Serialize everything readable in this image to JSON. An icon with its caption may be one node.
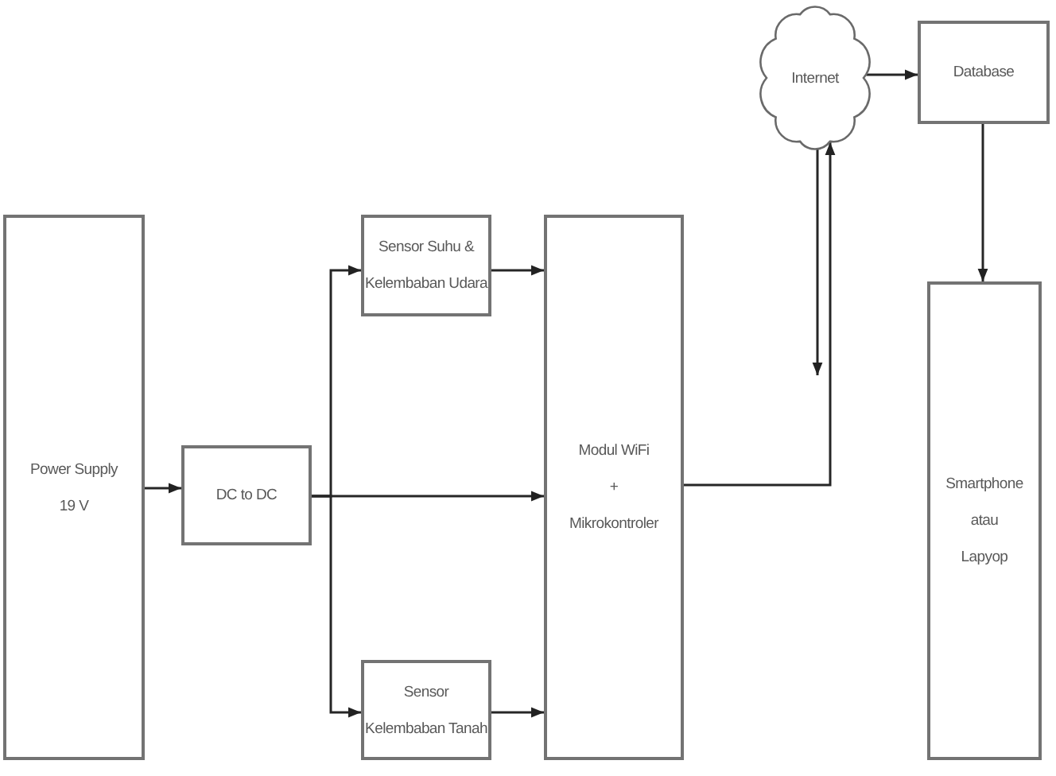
{
  "diagram": {
    "nodes": [
      {
        "text": [
          "Power Supply 19 V"
        ]
      },
      {
        "text": [
          "DC to DC"
        ]
      },
      {
        "text": [
          "Sensor Suhu & Kelembaban Udara"
        ]
      },
      {
        "text": [
          "Sensor Kelembaban Tanah"
        ]
      },
      {
        "text": [
          "Modul WiFi + Mikrokontroler"
        ]
      },
      {
        "text": [
          "Internet"
        ]
      },
      {
        "text": [
          "Database"
        ]
      },
      {
        "text": [
          "Smartphone atau Lapyop"
        ]
      }
    ],
    "edges": [
      {
        "from": 0,
        "to": 1,
        "arrow": "to"
      },
      {
        "from": 1,
        "to": 2,
        "arrow": "to"
      },
      {
        "from": 1,
        "to": 4,
        "arrow": "to"
      },
      {
        "from": 1,
        "to": 3,
        "arrow": "to"
      },
      {
        "from": 2,
        "to": 4,
        "arrow": "to"
      },
      {
        "from": 3,
        "to": 4,
        "arrow": "to"
      },
      {
        "from": 4,
        "to": 5,
        "arrow": "to"
      },
      {
        "from": 5,
        "to": null,
        "arrow": "to"
      },
      {
        "from": 5,
        "to": 6,
        "arrow": "to"
      },
      {
        "from": 6,
        "to": 7,
        "arrow": "to"
      }
    ]
  }
}
